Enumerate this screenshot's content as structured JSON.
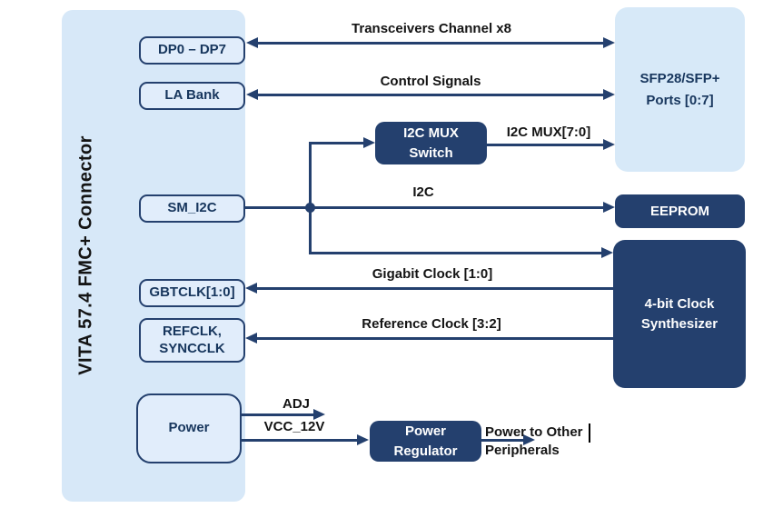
{
  "panel": {
    "label": "VITA 57.4 FMC+ Connector"
  },
  "ports": {
    "dp": "DP0 – DP7",
    "la_bank": "LA Bank",
    "sm_i2c": "SM_I2C",
    "gbtclk": "GBTCLK[1:0]",
    "refclk_syncclk": "REFCLK,\nSYNCCLK",
    "power": "Power"
  },
  "components": {
    "i2c_mux_switch": "I2C MUX\nSwitch",
    "sfp_ports": "SFP28/SFP+\nPorts [0:7]",
    "eeprom": "EEPROM",
    "clock_synthesizer": "4-bit Clock\nSynthesizer",
    "power_regulator": "Power\nRegulator"
  },
  "signals": {
    "transceivers": "Transceivers Channel x8",
    "control": "Control Signals",
    "i2c_mux_bus": "I2C MUX[7:0]",
    "i2c": "I2C",
    "gigabit_clock": "Gigabit Clock [1:0]",
    "reference_clock": "Reference Clock [3:2]",
    "adj": "ADJ",
    "vcc_12v": "VCC_12V",
    "power_out": "Power to Other\nPeripherals"
  },
  "colors": {
    "navy": "#24406E",
    "navy_text": "#17365D",
    "panel_blue": "#D7E8F8",
    "port_blue": "#E1EDFB",
    "sfp_blue": "#D7E9F8",
    "label_black": "#141414"
  }
}
